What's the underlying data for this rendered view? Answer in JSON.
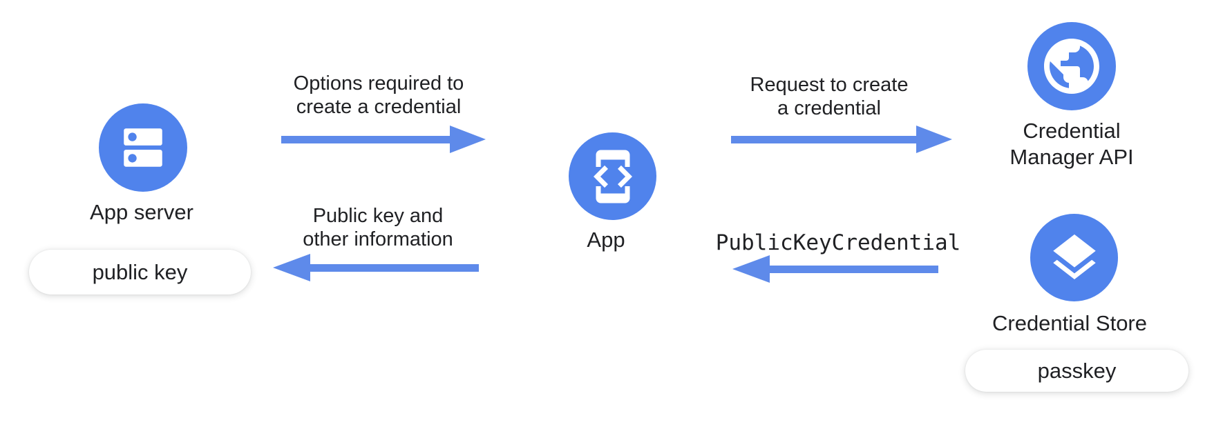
{
  "colors": {
    "node_blue": "#5083EC",
    "arrow_blue": "#5E8AEA",
    "text_dark": "#202124",
    "badge_bg": "#FFFFFF"
  },
  "nodes": {
    "app_server": {
      "label": "App server",
      "icon": "server-icon",
      "badge": "public key"
    },
    "app": {
      "label": "App",
      "icon": "phone-code-icon"
    },
    "credential_manager_api": {
      "label_line1": "Credential",
      "label_line2": "Manager API",
      "icon": "globe-icon"
    },
    "credential_store": {
      "label": "Credential Store",
      "icon": "layers-icon",
      "badge": "passkey"
    }
  },
  "arrows": {
    "options": {
      "direction": "right",
      "label_line1": "Options required to",
      "label_line2": "create a credential"
    },
    "public_key_return": {
      "direction": "left",
      "label_line1": "Public key and",
      "label_line2": "other information"
    },
    "request_create": {
      "direction": "right",
      "label_line1": "Request to create",
      "label_line2": "a credential"
    },
    "public_key_credential": {
      "direction": "left",
      "label": "PublicKeyCredential"
    }
  }
}
